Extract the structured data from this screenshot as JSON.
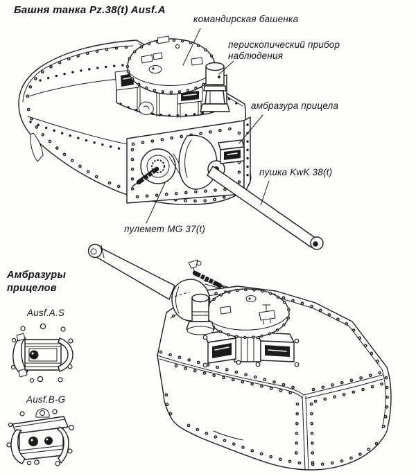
{
  "page": {
    "title": "Башня танка Pz.38(t) Ausf.A"
  },
  "colors": {
    "ink": "#1b1b1b",
    "paper": "#fdfdfb"
  },
  "top_view": {
    "label_cupola": "командирская башенка",
    "label_periscope": "перископический прибор\nнаблюдения",
    "label_sight_port": "амбразура прицела",
    "label_gun": "пушка KwK 38(t)",
    "label_mg": "пулемет MG 37(t)"
  },
  "embrasures": {
    "heading": "Амбразуры\nприцелов",
    "variant_a": "Ausf.A.S",
    "variant_b": "Ausf.B-G"
  }
}
